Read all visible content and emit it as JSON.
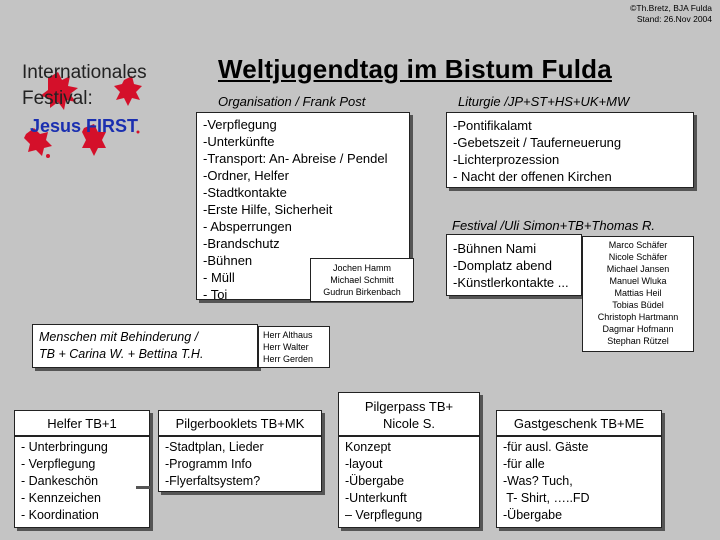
{
  "copyright": [
    "©Th.Bretz, BJA Fulda",
    "Stand: 26.Nov 2004"
  ],
  "festival_logo": {
    "line1": "Internationales",
    "line2": "Festival:",
    "line3": "Jesus FIRST",
    "accent_color": "#d4102a"
  },
  "title": "Weltjugendtag im Bistum Fulda",
  "organisation": {
    "header": "Organisation / Frank Post",
    "items": [
      "-Verpflegung",
      "-Unterkünfte",
      "-Transport: An- Abreise / Pendel",
      "-Ordner, Helfer",
      "-Stadtkontakte",
      "-Erste Hilfe, Sicherheit",
      "- Absperrungen",
      "-Brandschutz",
      "-Bühnen",
      "- Müll",
      "- Toi"
    ],
    "team": [
      "Jochen Hamm",
      "Michael Schmitt",
      "Gudrun Birkenbach"
    ]
  },
  "liturgie": {
    "header": "Liturgie /JP+ST+HS+UK+MW",
    "items": [
      "-Pontifikalamt",
      "-Gebetszeit / Tauferneuerung",
      "-Lichterprozession",
      "- Nacht der offenen Kirchen"
    ]
  },
  "festival": {
    "header": "Festival /Uli Simon+TB+Thomas R.",
    "items": [
      "-Bühnen Nami",
      "-Domplatz abend",
      "-Künstlerkontakte ..."
    ],
    "team": [
      "Marco Schäfer",
      "Nicole Schäfer",
      "Michael Jansen",
      "Manuel Wluka",
      "Mattias Heil",
      "Tobias Büdel",
      "Christoph Hartmann",
      "Dagmar Hofmann",
      "Stephan Rützel"
    ]
  },
  "behinderung": {
    "lines": [
      "Menschen mit Behinderung /",
      "TB + Carina W. + Bettina T.H."
    ],
    "team": [
      "Herr Althaus",
      "Herr Walter",
      "Herr Gerden"
    ]
  },
  "helfer": {
    "header": "Helfer TB+1",
    "items": [
      "- Unterbringung",
      "- Verpflegung",
      "- Dankeschön",
      "- Kennzeichen",
      "- Koordination"
    ]
  },
  "pilgerbooklets": {
    "header": "Pilgerbooklets TB+MK",
    "items": [
      "-Stadtplan, Lieder",
      "-Programm Info",
      "-Flyerfaltsystem?"
    ]
  },
  "pilgerpass": {
    "header_lines": [
      "Pilgerpass TB+",
      "Nicole S."
    ],
    "items": [
      "Konzept",
      "-layout",
      "-Übergabe",
      "-Unterkunft",
      "– Verpflegung"
    ]
  },
  "gastgeschenk": {
    "header": "Gastgeschenk TB+ME",
    "items": [
      "-für ausl. Gäste",
      "-für alle",
      "-Was? Tuch,",
      " T- Shirt, …..FD",
      "-Übergabe"
    ]
  }
}
